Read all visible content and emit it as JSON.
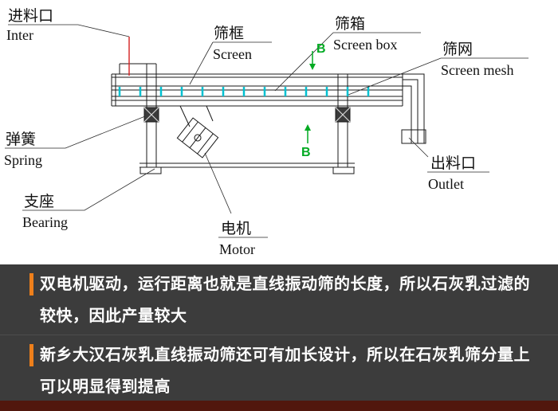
{
  "diagram": {
    "parts": [
      {
        "id": "inlet",
        "cn": "进料口",
        "en": "Inter"
      },
      {
        "id": "screen-frame",
        "cn": "筛框",
        "en": "Screen"
      },
      {
        "id": "screen-box",
        "cn": "筛箱",
        "en": "Screen box"
      },
      {
        "id": "screen-mesh",
        "cn": "筛网",
        "en": "Screen mesh"
      },
      {
        "id": "spring",
        "cn": "弹簧",
        "en": "Spring"
      },
      {
        "id": "bearing",
        "cn": "支座",
        "en": "Bearing"
      },
      {
        "id": "motor",
        "cn": "电机",
        "en": "Motor"
      },
      {
        "id": "outlet",
        "cn": "出料口",
        "en": "Outlet"
      }
    ],
    "section_marker": "B",
    "colors": {
      "structure_line": "#1a1a1a",
      "mesh_dash": "#00c0d0",
      "section_marker": "#00aa22",
      "inlet_leader": "#d42020"
    }
  },
  "info_panel": {
    "paragraphs": [
      {
        "text": "双电机驱动，运行距离也就是直线振动筛的长度，所以石灰乳过滤的较快，因此产量较大"
      },
      {
        "text": "新乡大汉石灰乳直线振动筛还可有加长设计，所以在石灰乳筛分量上可以明显得到提高"
      }
    ],
    "colors": {
      "background": "#3c3c3c",
      "accent_bar": "#ee7f1b",
      "footer_strip": "#51170d",
      "text": "#ffffff"
    }
  }
}
